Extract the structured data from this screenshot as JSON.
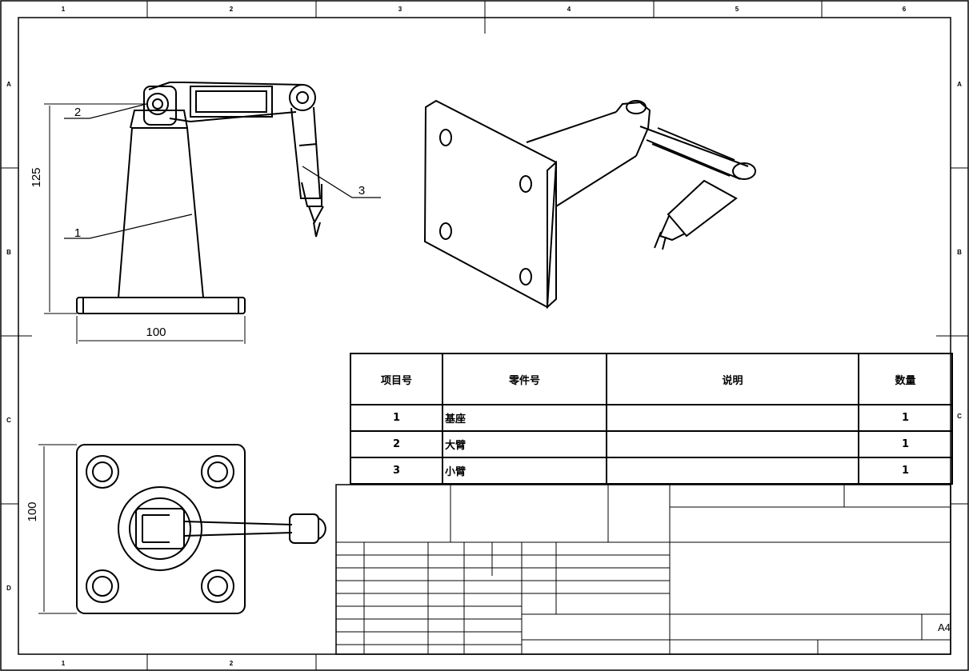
{
  "border": {
    "columns": [
      "1",
      "2",
      "3",
      "4",
      "5",
      "6"
    ],
    "rows": [
      "A",
      "B",
      "C",
      "D"
    ]
  },
  "dimensions": {
    "front_height": "125",
    "front_width": "100",
    "top_height": "100"
  },
  "balloons": [
    "1",
    "2",
    "3"
  ],
  "bom": {
    "headers": [
      "项目号",
      "零件号",
      "说明",
      "数量"
    ],
    "rows": [
      {
        "item": "1",
        "part": "基座",
        "desc": "",
        "qty": "1"
      },
      {
        "item": "2",
        "part": "大臂",
        "desc": "",
        "qty": "1"
      },
      {
        "item": "3",
        "part": "小臂",
        "desc": "",
        "qty": "1"
      }
    ]
  },
  "title_block": {
    "sheet_size": "A4"
  }
}
